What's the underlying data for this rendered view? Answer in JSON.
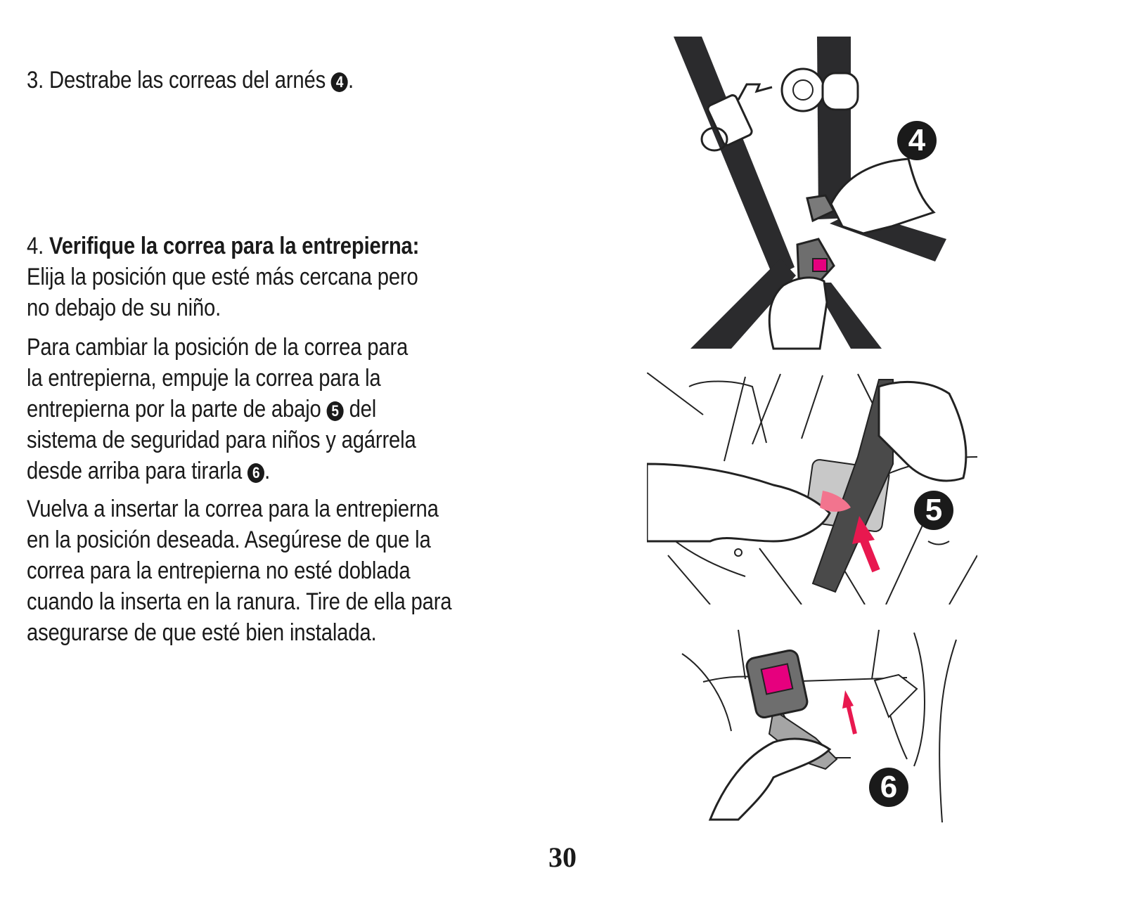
{
  "step3": {
    "text_before": "3. Destrabe las correas del arnés ",
    "ref": "4",
    "text_after": "."
  },
  "step4": {
    "number": "4. ",
    "heading": "Verifique la correa para la entrepierna:",
    "line1": "Elija la posición que esté más cercana pero",
    "line2": "no debajo de su niño."
  },
  "para2": {
    "line1": "Para cambiar la posición de la correa para",
    "line2": "la entrepierna, empuje la correa para la",
    "line3_before": "entrepierna por la parte de abajo ",
    "line3_ref": "5",
    "line3_after": " del",
    "line4": "sistema de seguridad para niños y agárrela",
    "line5_before": "desde arriba para tirarla ",
    "line5_ref": "6",
    "line5_after": "."
  },
  "para3": {
    "line1": "Vuelva a insertar la correa para la entrepierna",
    "line2": "en la posición deseada. Asegúrese de que la",
    "line3": "correa para la entrepierna no esté doblada",
    "line4": "cuando la inserta en la ranura. Tire de ella para",
    "line5": "asegurarse de que esté bien instalada."
  },
  "figures": {
    "fig4_label": "4",
    "fig5_label": "5",
    "fig6_label": "6"
  },
  "colors": {
    "strap": "#2b2b2d",
    "buckle_accent": "#e6007e",
    "arrow": "#e8184f",
    "ink": "#1a1a1a"
  },
  "page_number": "30"
}
